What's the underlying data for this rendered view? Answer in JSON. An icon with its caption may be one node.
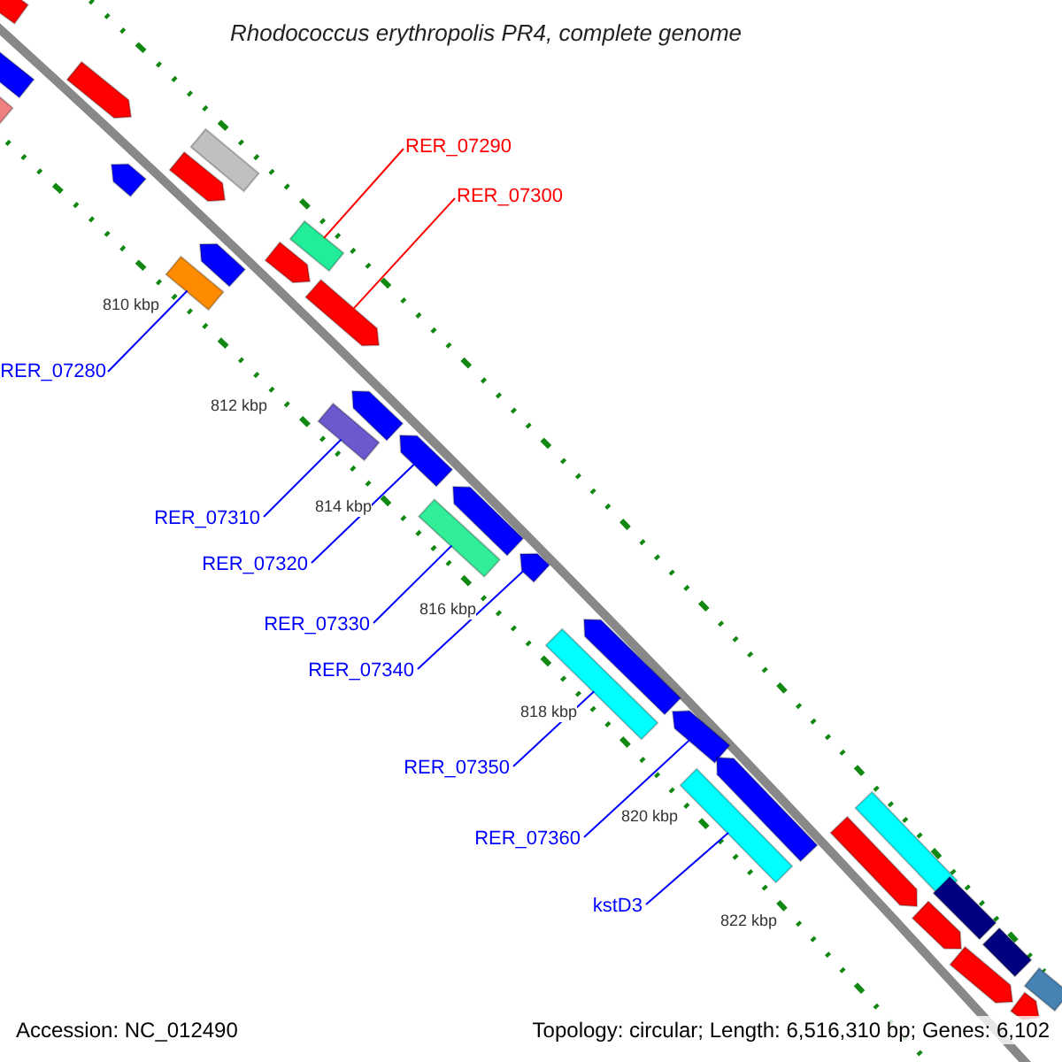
{
  "diagram": {
    "title": "Rhodococcus erythropolis PR4, complete genome",
    "nodes": [
      {
        "text": [
          "RER_07290"
        ]
      },
      {
        "text": [
          "RER_07300"
        ]
      },
      {
        "text": [
          "RER_07280"
        ]
      },
      {
        "text": [
          "RER_07310"
        ]
      },
      {
        "text": [
          "RER_07320"
        ]
      },
      {
        "text": [
          "RER_07330"
        ]
      },
      {
        "text": [
          "RER_07340"
        ]
      },
      {
        "text": [
          "RER_07350"
        ]
      },
      {
        "text": [
          "RER_07360"
        ]
      },
      {
        "text": [
          "kstD3"
        ]
      },
      {
        "text": [],
        "shape": "bar"
      },
      {
        "text": [],
        "shape": "bar"
      },
      {
        "text": [],
        "shape": "bar"
      },
      {
        "text": [],
        "shape": "pentagon"
      },
      {
        "text": [],
        "shape": "pentagon"
      },
      {
        "text": [],
        "shape": "pentagon"
      },
      {
        "text": [],
        "shape": "bar"
      },
      {
        "text": [],
        "shape": "pentagon"
      },
      {
        "text": [],
        "shape": "bar"
      },
      {
        "text": [],
        "shape": "bar"
      },
      {
        "text": [],
        "shape": "pentagon"
      },
      {
        "text": [],
        "shape": "pentagon"
      },
      {
        "text": [],
        "shape": "pentagon"
      },
      {
        "text": [],
        "shape": "bar"
      },
      {
        "text": [],
        "shape": "pentagon"
      },
      {
        "text": [],
        "shape": "pentagon"
      },
      {
        "text": [],
        "shape": "bar"
      },
      {
        "text": [],
        "shape": "pentagon"
      },
      {
        "text": [],
        "shape": "bar"
      },
      {
        "text": [],
        "shape": "pentagon"
      },
      {
        "text": [],
        "shape": "pentagon"
      },
      {
        "text": [],
        "shape": "pentagon"
      },
      {
        "text": [],
        "shape": "bar"
      },
      {
        "text": [],
        "shape": "pentagon"
      },
      {
        "text": [],
        "shape": "bar"
      },
      {
        "text": [],
        "shape": "pentagon"
      },
      {
        "text": [],
        "shape": "bar"
      },
      {
        "text": [],
        "shape": "pentagon"
      },
      {
        "text": [],
        "shape": "bar"
      },
      {
        "text": [],
        "shape": "pentagon"
      },
      {
        "text": [],
        "shape": "bar"
      }
    ],
    "edges": [
      {
        "from": 0,
        "to": 19,
        "arrow": "none",
        "color": "#ff0000"
      },
      {
        "from": 1,
        "to": 21,
        "arrow": "none",
        "color": "#ff0000"
      },
      {
        "from": 2,
        "to": 18,
        "arrow": "none"
      },
      {
        "from": 3,
        "to": 23,
        "arrow": "none"
      },
      {
        "from": 4,
        "to": 24,
        "arrow": "none"
      },
      {
        "from": 5,
        "to": 26,
        "arrow": "none"
      },
      {
        "from": 6,
        "to": 27,
        "arrow": "none"
      },
      {
        "from": 7,
        "to": 28,
        "arrow": "none"
      },
      {
        "from": 8,
        "to": 30,
        "arrow": "none"
      },
      {
        "from": 9,
        "to": 32,
        "arrow": "none"
      }
    ],
    "labels": [
      "810 kbp",
      "812 kbp",
      "814 kbp",
      "816 kbp",
      "818 kbp",
      "820 kbp",
      "822 kbp",
      "Accession: NC_012490",
      "Topology: circular; Length: 6,516,310 bp; Genes: 6,102"
    ]
  }
}
